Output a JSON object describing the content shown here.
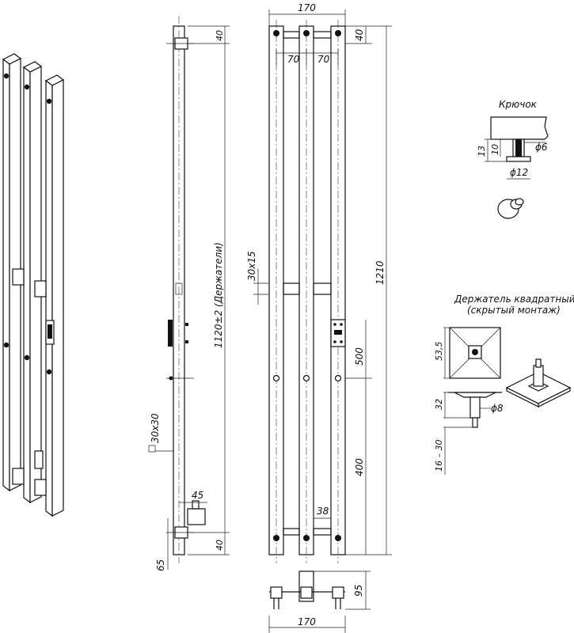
{
  "dimensions": {
    "width_top": "170",
    "top_40": "40",
    "gap_left": "70",
    "gap_right": "70",
    "side_top_40": "40",
    "holder_span": "1120±2 (Держатели)",
    "section": "30x15",
    "height_total": "1210",
    "h_500": "500",
    "h_400": "400",
    "h_38": "38",
    "profile": "30x30",
    "offset_45": "45",
    "side_bottom_40": "40",
    "offset_65": "65",
    "depth_95": "95",
    "width_bottom": "170"
  },
  "hook": {
    "title": "Крючок",
    "h13": "13",
    "h10": "10",
    "d6": "ϕ6",
    "d12": "ϕ12"
  },
  "holder": {
    "title_line1": "Держатель квадратный",
    "title_line2": "(скрытый монтаж)",
    "w535": "53,5",
    "h32": "32",
    "d8": "ϕ8",
    "range": "16 – 30"
  }
}
